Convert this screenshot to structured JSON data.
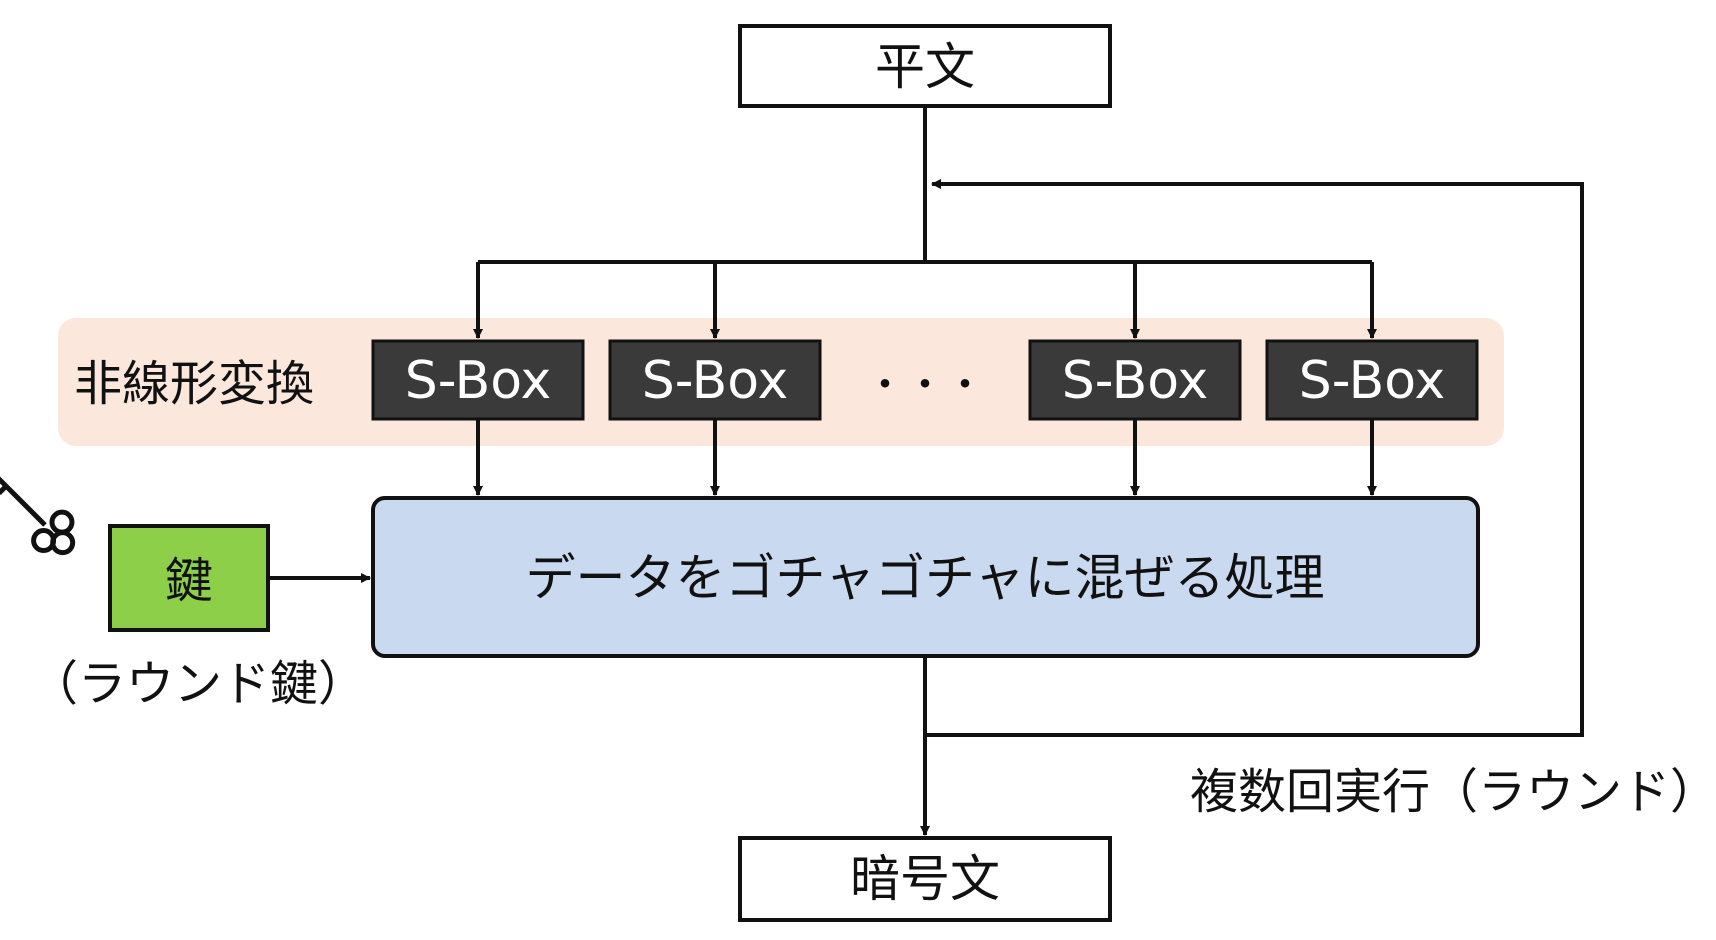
{
  "nodes": {
    "plaintext": "平文",
    "ciphertext": "暗号文",
    "nonlinear": "非線形変換",
    "sboxes": [
      "S-Box",
      "S-Box",
      "S-Box",
      "S-Box"
    ],
    "ellipsis": "・・・",
    "mixing": "データをゴチャゴチャに混ぜる処理",
    "key": "鍵",
    "key_caption": "（ラウンド鍵）",
    "round_caption": "複数回実行（ラウンド）"
  },
  "colors": {
    "sbox_fill": "#3a3a3a",
    "nonlinear_band": "#fbe7dc",
    "mixing_fill": "#c9d9f0",
    "key_fill": "#8ecf4a",
    "line": "#111111"
  },
  "icons": [
    "key-icon"
  ]
}
